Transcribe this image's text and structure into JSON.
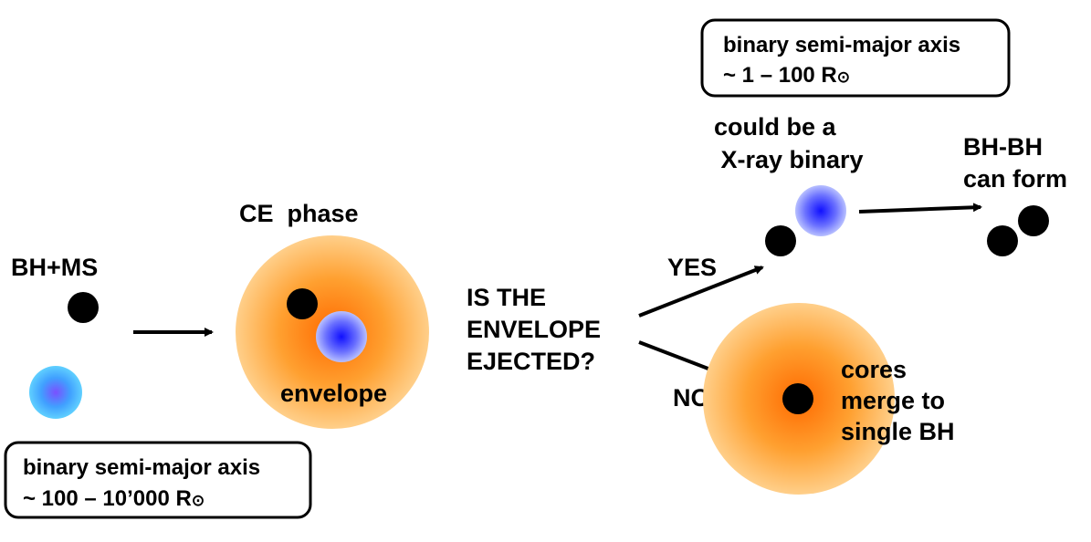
{
  "labels": {
    "bh_ms": "BH+MS",
    "ce_phase": "CE  phase",
    "envelope": "envelope",
    "question": [
      "IS THE",
      "ENVELOPE",
      "EJECTED?"
    ],
    "yes": "YES",
    "no": "NO",
    "xray": [
      "could be a",
      " X-ray binary"
    ],
    "bhbh": [
      "BH-BH",
      "can form"
    ],
    "cores": [
      "cores",
      "merge to",
      "single BH"
    ]
  },
  "boxes": {
    "initial": {
      "line1": "binary semi-major axis",
      "line2": "~ 100 – 10’000 R",
      "sun_symbol": "⊙"
    },
    "final": {
      "line1": "binary semi-major axis",
      "line2": "~ 1 – 100 R",
      "sun_symbol": "⊙"
    }
  },
  "colors": {
    "envelope_core": "#ff7a00",
    "envelope_edge": "#ffc780",
    "ms_star_core": "#3030ff",
    "ms_star_edge": "#a8b8ff",
    "ms_star_small_core": "#4060ff",
    "ms_star_small_edge": "#50c8ff",
    "black_hole": "#000000"
  }
}
